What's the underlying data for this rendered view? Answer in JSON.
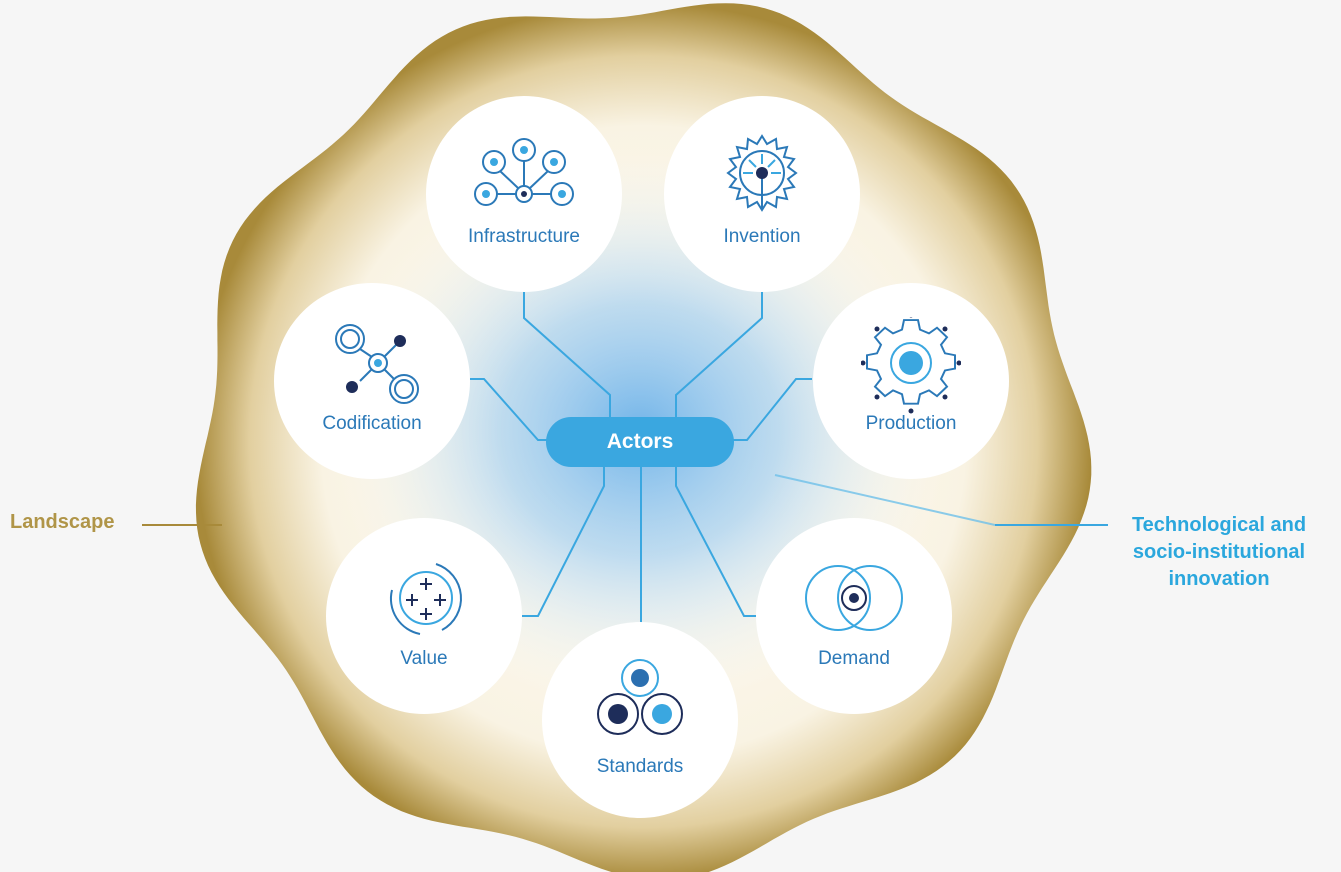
{
  "center": {
    "label": "Actors"
  },
  "landscape": {
    "label": "Landscape"
  },
  "innovation": {
    "lines": [
      "Technological and",
      "socio-institutional",
      "innovation"
    ]
  },
  "nodes": [
    {
      "label": "Infrastructure",
      "icon": "network-nodes-icon"
    },
    {
      "label": "Invention",
      "icon": "lightbulb-gear-icon"
    },
    {
      "label": "Codification",
      "icon": "linked-circles-icon"
    },
    {
      "label": "Production",
      "icon": "gear-icon"
    },
    {
      "label": "Value",
      "icon": "plus-circle-icon"
    },
    {
      "label": "Standards",
      "icon": "three-circles-icon"
    },
    {
      "label": "Demand",
      "icon": "overlapping-circles-icon"
    }
  ],
  "colors": {
    "landscape_ring": "#a88a3a",
    "landscape_fill": "#fdfbf5",
    "accent_blue": "#3aa7e0",
    "dark_navy": "#1e2d5a",
    "label_blue": "#2b79b8",
    "glow_blue": "#7dbdea"
  }
}
